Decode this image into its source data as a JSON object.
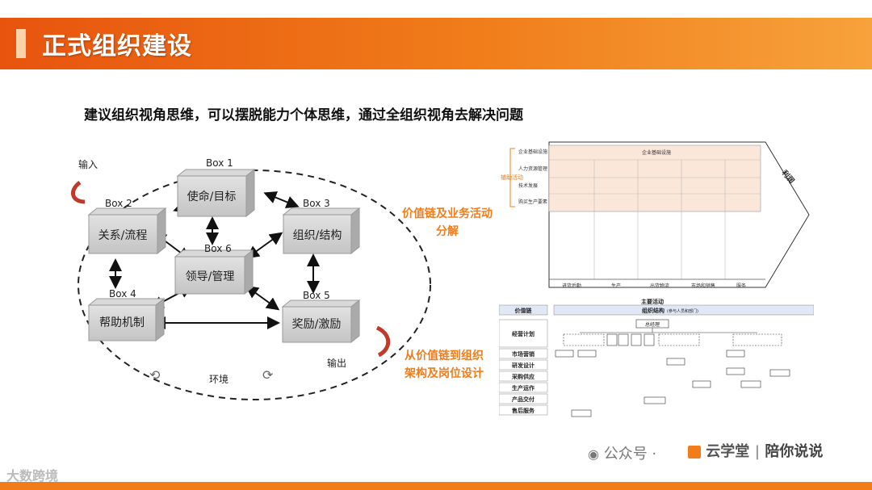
{
  "header": {
    "title": "正式组织建设"
  },
  "subtitle": "建议组织视角思维，可以摆脱能力个体思维，通过全组织视角去解决问题",
  "system_diagram": {
    "input_label": "输入",
    "output_label": "输出",
    "environment_label": "环境",
    "boxes": [
      {
        "tag": "Box 1",
        "name": "使命/目标"
      },
      {
        "tag": "Box 2",
        "name": "关系/流程"
      },
      {
        "tag": "Box 3",
        "name": "组织/结构"
      },
      {
        "tag": "Box 4",
        "name": "帮助机制"
      },
      {
        "tag": "Box 5",
        "name": "奖励/激励"
      },
      {
        "tag": "Box 6",
        "name": "领导/管理"
      }
    ]
  },
  "labels": {
    "value_chain_activity": "价值链及业务活动分解",
    "value_chain_to_org": "从价值链到组织架构及岗位设计"
  },
  "value_chain": {
    "support_activities_label": "辅助活动",
    "support_rows": [
      "企业基础设施",
      "人力资源管理",
      "技术发展",
      "购买生产要素"
    ],
    "primary_columns": [
      "进货后勤",
      "生产",
      "出货物流",
      "市场和销售",
      "服务"
    ],
    "margin_label": "利润",
    "infrastructure_cell": "企业基础设施"
  },
  "org_design": {
    "primary_activity_label": "主要活动",
    "value_chain_label": "价值链",
    "org_structure_label": "组织结构",
    "org_structure_note": "(参与人员和部门)",
    "general_manager": "总经理",
    "left_items": [
      "经营计划",
      "市场营销",
      "研发设计",
      "采购供应",
      "生产运作",
      "产品交付",
      "售后服务"
    ]
  },
  "watermark": {
    "wechat_label": "公众号 ·",
    "brand_name": "云学堂",
    "column_name": "陪你说说",
    "corner_brand": "大数跨境"
  },
  "colors": {
    "accent": "#f07d1a",
    "banner_start": "#e8540e"
  }
}
